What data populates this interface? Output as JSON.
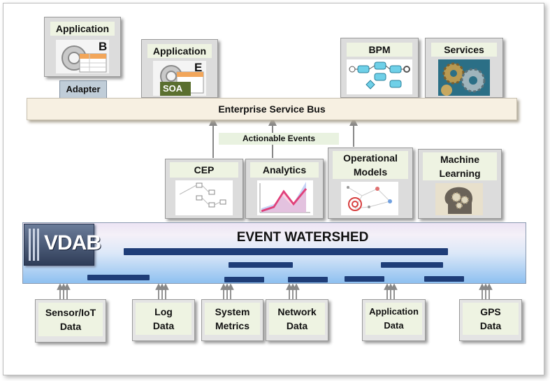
{
  "applications": {
    "app_b": {
      "title": "Application",
      "badge": "B"
    },
    "app_e": {
      "title": "Application",
      "badge": "E",
      "soa": "SOA"
    },
    "adapter": "Adapter"
  },
  "bpm": {
    "title": "BPM"
  },
  "services": {
    "title": "Services"
  },
  "esb": {
    "label": "Enterprise Service Bus"
  },
  "actionable_events": {
    "label": "Actionable Events"
  },
  "processors": [
    {
      "title": "CEP"
    },
    {
      "title": "Analytics"
    },
    {
      "title": "Operational\nModels"
    },
    {
      "title": "Machine\nLearning"
    }
  ],
  "watershed": {
    "title": "EVENT WATERSHED",
    "logo_text": "VDAB"
  },
  "sources": [
    {
      "label": "Sensor/IoT\nData"
    },
    {
      "label": "Log\nData"
    },
    {
      "label": "System\nMetrics"
    },
    {
      "label": "Network\nData"
    },
    {
      "label": "Application\nData"
    },
    {
      "label": "GPS\nData"
    }
  ],
  "colors": {
    "bar": "#1e3d78",
    "esb": "#f7f0e2",
    "label_bg": "#eef3e2",
    "box_bg": "#dcdcdc"
  }
}
